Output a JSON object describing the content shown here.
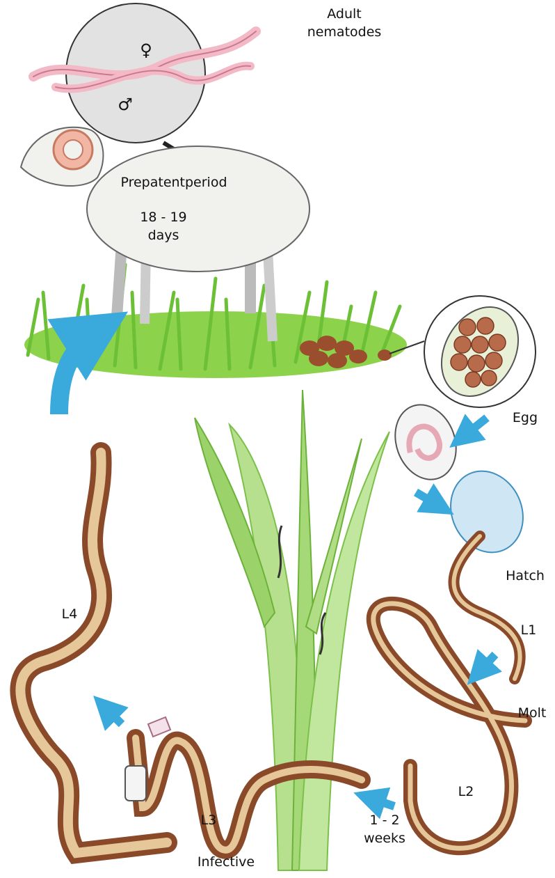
{
  "labels": {
    "adult_line1": "Adult",
    "adult_line2": "nematodes",
    "female_symbol": "♀",
    "male_symbol": "♂",
    "prepatent": "Prepatentperiod",
    "prepatent_days_line1": "18 - 19",
    "prepatent_days_line2": "days",
    "egg": "Egg",
    "hatch": "Hatch",
    "l1": "L1",
    "l2": "L2",
    "molt": "Molt",
    "l3": "L3",
    "infective": "Infective",
    "l4": "L4",
    "weeks_line1": "1 - 2",
    "weeks_line2": "weeks"
  },
  "colors": {
    "grass": "#8cd24a",
    "grass_dark": "#5fae2c",
    "arrow": "#3aa9dc",
    "worm_brown": "#8a4a2a",
    "worm_tan": "#e6c79a",
    "adult_pink": "#f3b9c6",
    "sheep_wool": "#f1f1ee",
    "lens_gray": "#e2e2e2",
    "egg_blue": "#cfe6f5",
    "dung": "#9a4e2e"
  }
}
